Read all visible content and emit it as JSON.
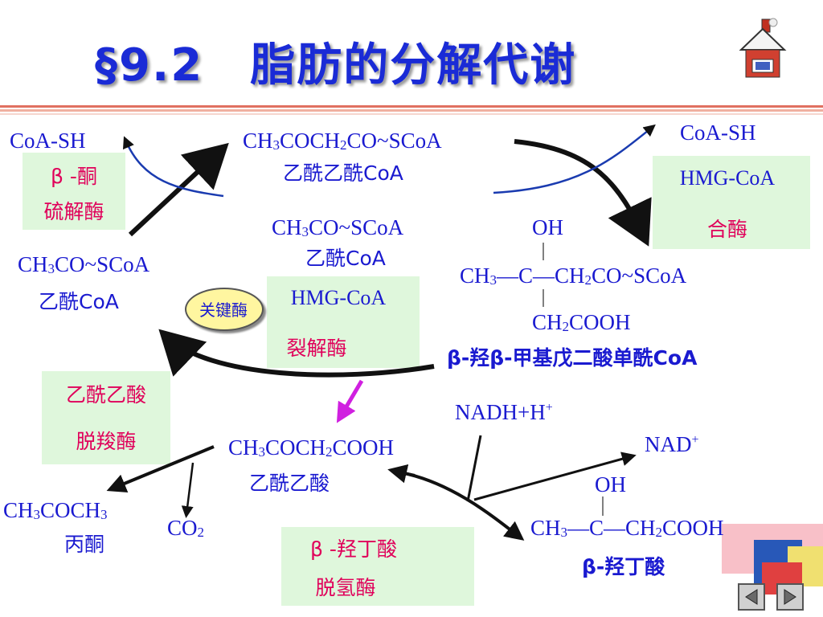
{
  "slide": {
    "title": "§9.2　脂肪的分解代谢"
  },
  "diagram": {
    "coa_sh_left": "CoA-SH",
    "coa_sh_right": "CoA-SH",
    "acetoacetyl_coa": "CH3COCH2CO~SCoA",
    "acetoacetyl_coa_name": "乙酰乙酰CoA",
    "acetyl_coa_mid": "CH3CO~SCoA",
    "acetyl_coa_mid_name": "乙酰CoA",
    "acetyl_coa_left": "CH3CO~SCoA",
    "acetyl_coa_left_name": "乙酰CoA",
    "hmg_oh": "OH",
    "hmg_main": "CH3—C—CH2CO~SCoA",
    "hmg_branch": "CH2COOH",
    "hmg_name": "β-羟β-甲基戊二酸单酰CoA",
    "acetoacetate": "CH3COCH2COOH",
    "acetoacetate_name": "乙酰乙酸",
    "acetone": "CH3COCH3",
    "acetone_name": "丙酮",
    "co2": "CO2",
    "nadh": "NADH+H+",
    "nad": "NAD+",
    "hb_oh": "OH",
    "hb_main": "CH3—C—CH2COOH",
    "hb_name": "β-羟丁酸",
    "key_enzyme": "关键酶"
  },
  "enzymes": {
    "thiolase_1": "β -酮",
    "thiolase_2": "硫解酶",
    "hmg_synthase_1": "HMG-CoA",
    "hmg_synthase_2": "合酶",
    "hmg_lyase_1": "HMG-CoA",
    "hmg_lyase_2": "裂解酶",
    "decarboxylase_1": "乙酰乙酸",
    "decarboxylase_2": "脱羧酶",
    "dehydrogenase_1": "β -羟丁酸",
    "dehydrogenase_2": "脱氢酶"
  },
  "colors": {
    "title": "#1a2bd6",
    "chemical": "#1a1ad0",
    "enzyme": "#e0005a",
    "enzyme_box": "#dff7dc",
    "arrow": "#111111",
    "highlight_arrow": "#d020e0"
  },
  "icons": [
    "house-icon",
    "prev-arrow-icon",
    "next-arrow-icon"
  ]
}
